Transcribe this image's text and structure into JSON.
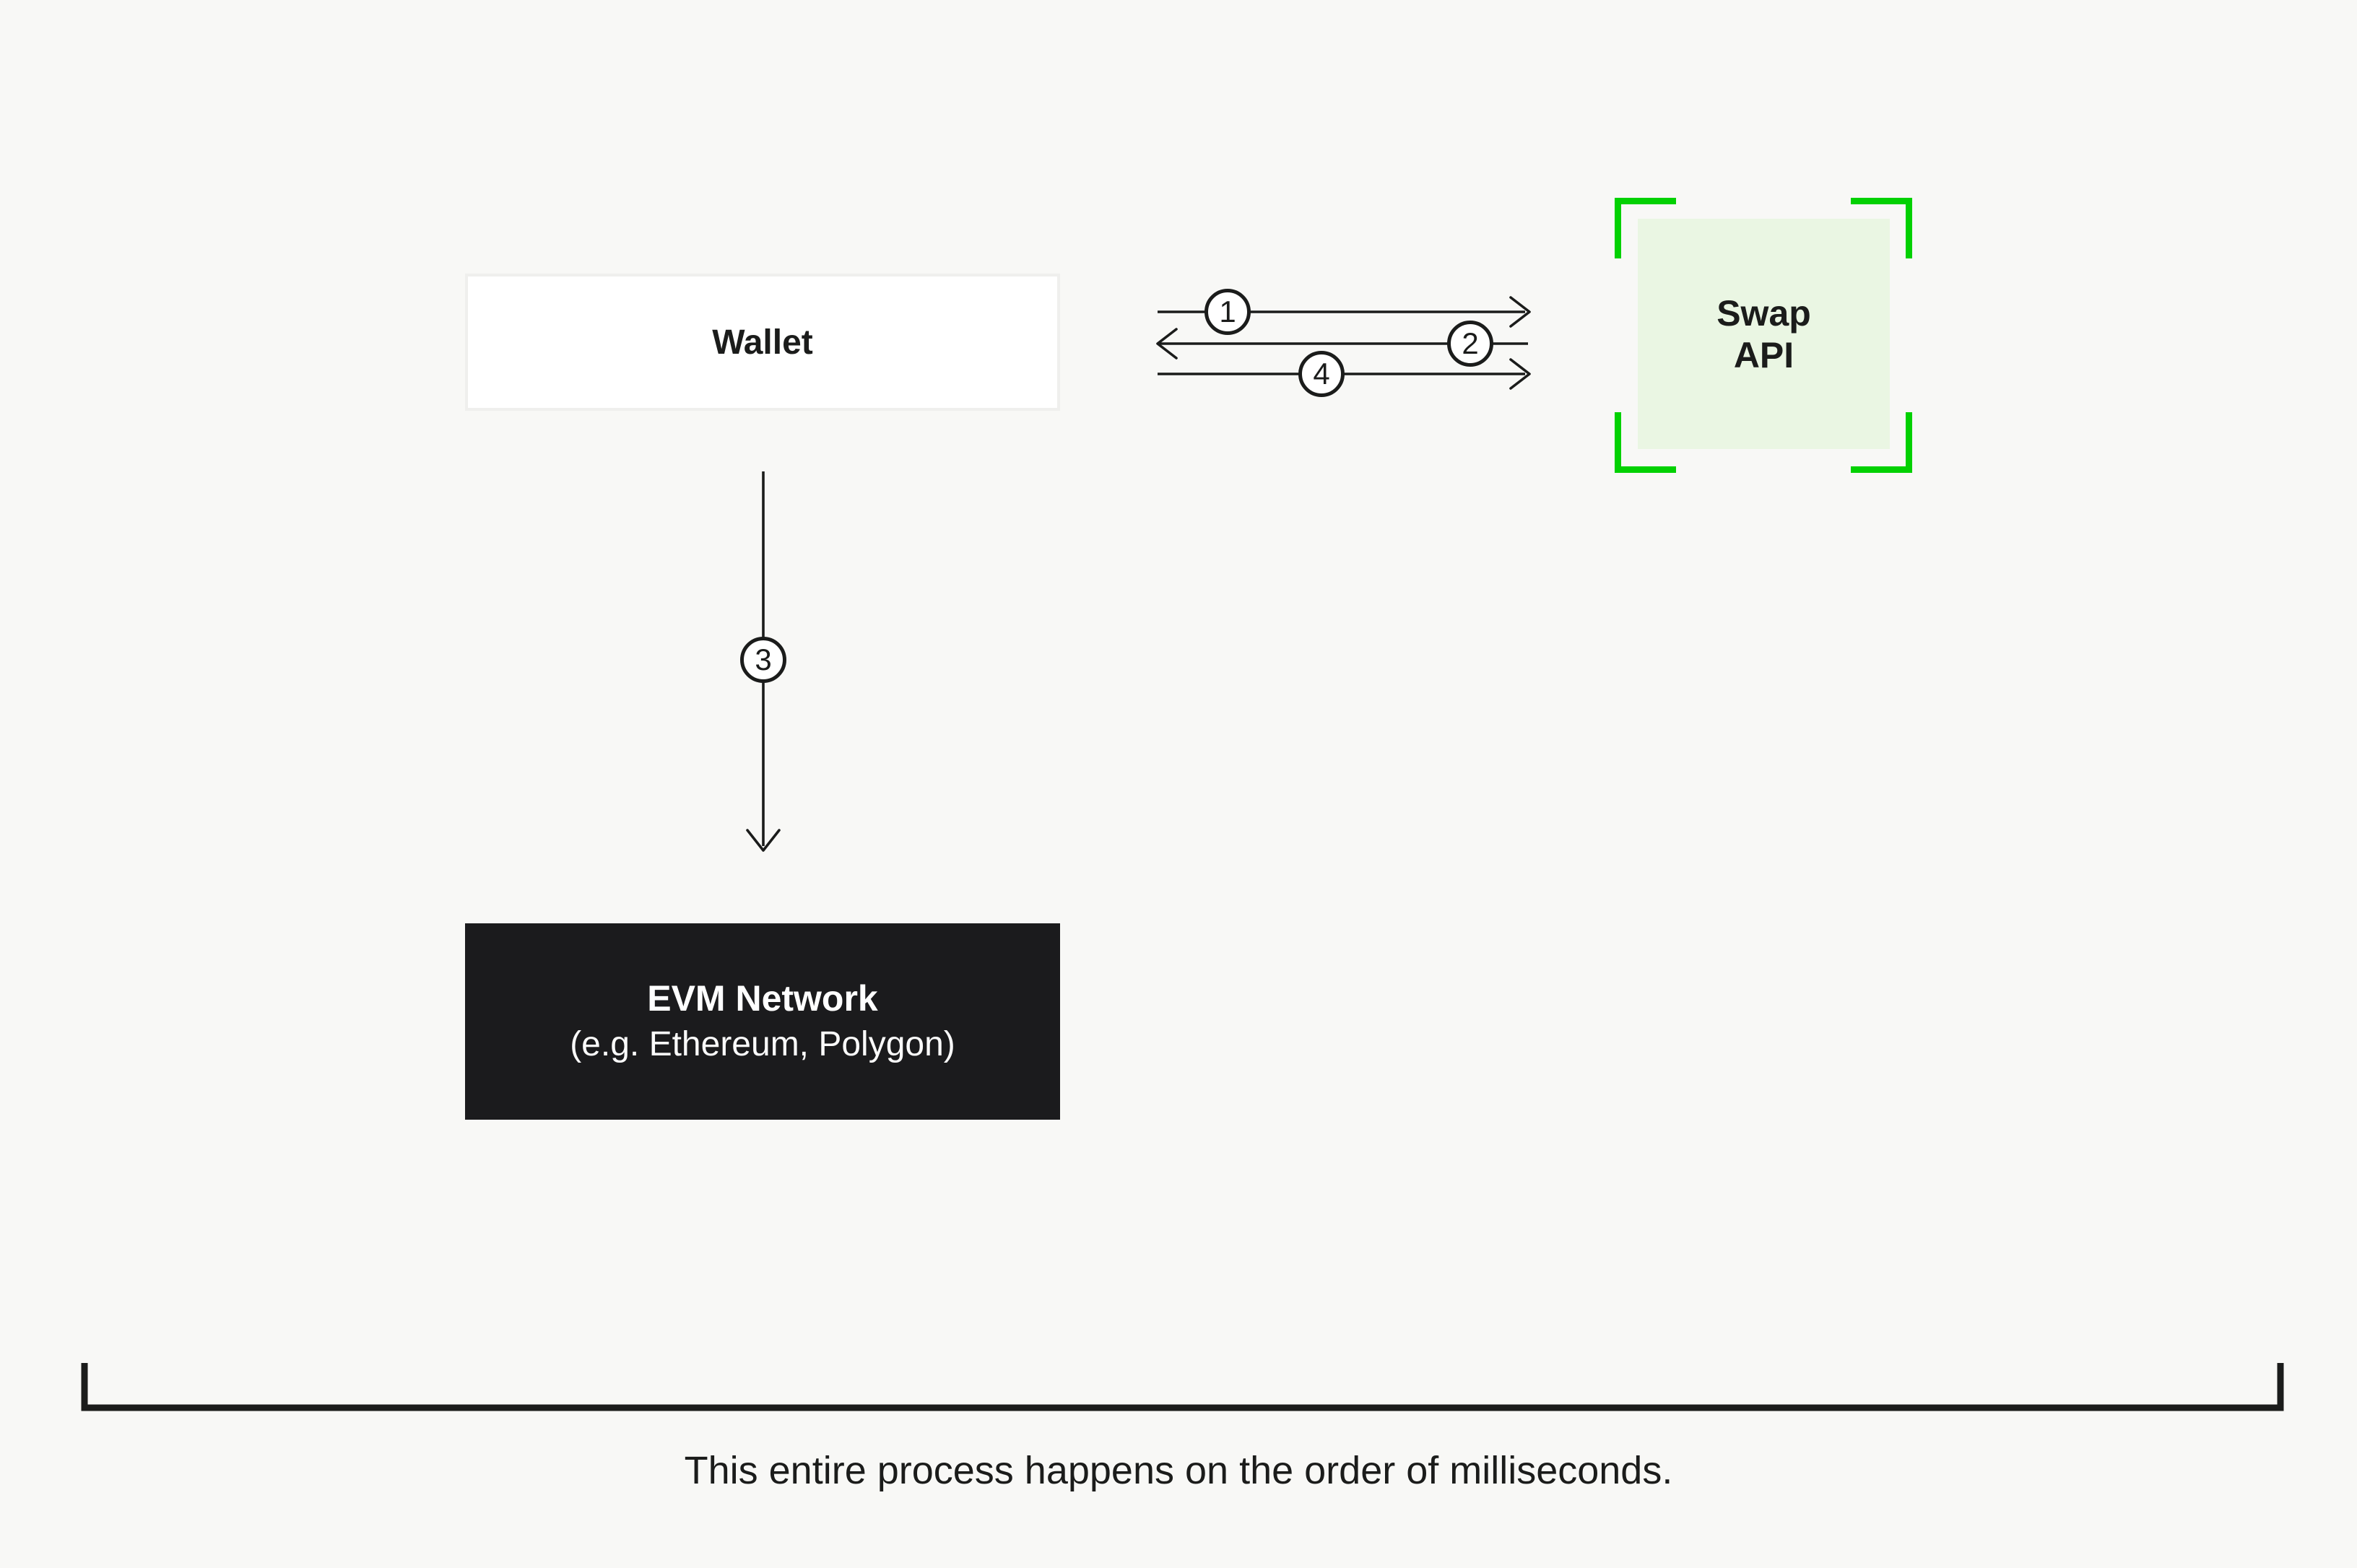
{
  "diagram": {
    "nodes": {
      "wallet": {
        "label": "Wallet"
      },
      "swap_api": {
        "line1": "Swap",
        "line2": "API"
      },
      "evm_network": {
        "title": "EVM Network",
        "subtitle": "(e.g. Ethereum, Polygon)"
      }
    },
    "step_badges": {
      "step1": "1",
      "step2": "2",
      "step3": "3",
      "step4": "4"
    },
    "flows": [
      {
        "step": "1",
        "from": "Wallet",
        "to": "Swap API",
        "direction": "right"
      },
      {
        "step": "2",
        "from": "Swap API",
        "to": "Wallet",
        "direction": "left"
      },
      {
        "step": "3",
        "from": "Wallet",
        "to": "EVM Network",
        "direction": "down"
      },
      {
        "step": "4",
        "from": "Wallet",
        "to": "Swap API",
        "direction": "right"
      }
    ],
    "caption": "This entire process happens on the order of milliseconds."
  },
  "colors": {
    "background": "#f8f8f6",
    "ink": "#1b1c1b",
    "accent_green": "#02d102",
    "swap_fill": "#eaf6e3",
    "evm_fill": "#1b1b1d",
    "wallet_fill": "#ffffff",
    "wallet_border": "#efefed"
  }
}
